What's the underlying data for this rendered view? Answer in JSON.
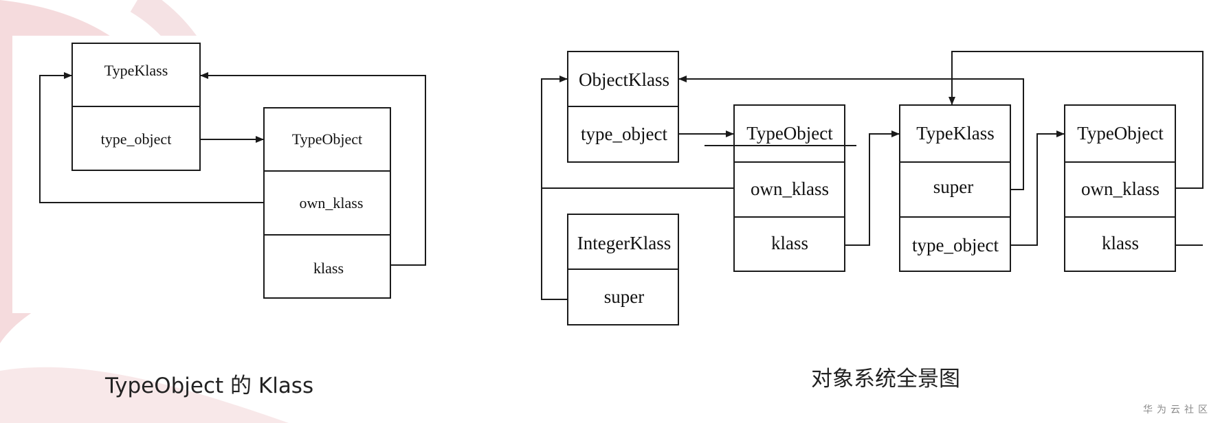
{
  "left_diagram": {
    "boxes": {
      "typeklass": [
        "TypeKlass",
        "type_object"
      ],
      "typeobject": [
        "TypeObject",
        "own_klass",
        "klass"
      ]
    },
    "caption": "TypeObject 的 Klass"
  },
  "right_diagram": {
    "boxes": {
      "objectklass": [
        "ObjectKlass",
        "type_object"
      ],
      "integerklass": [
        "IntegerKlass",
        "super"
      ],
      "typeobject1": [
        "TypeObject",
        "own_klass",
        "klass"
      ],
      "typeklass": [
        "TypeKlass",
        "super",
        "type_object"
      ],
      "typeobject2": [
        "TypeObject",
        "own_klass",
        "klass"
      ]
    },
    "caption": "对象系统全景图"
  },
  "watermark": "华为云社区",
  "colors": {
    "ink": "#1a1a1a",
    "background_art": "#e9b9bd"
  }
}
